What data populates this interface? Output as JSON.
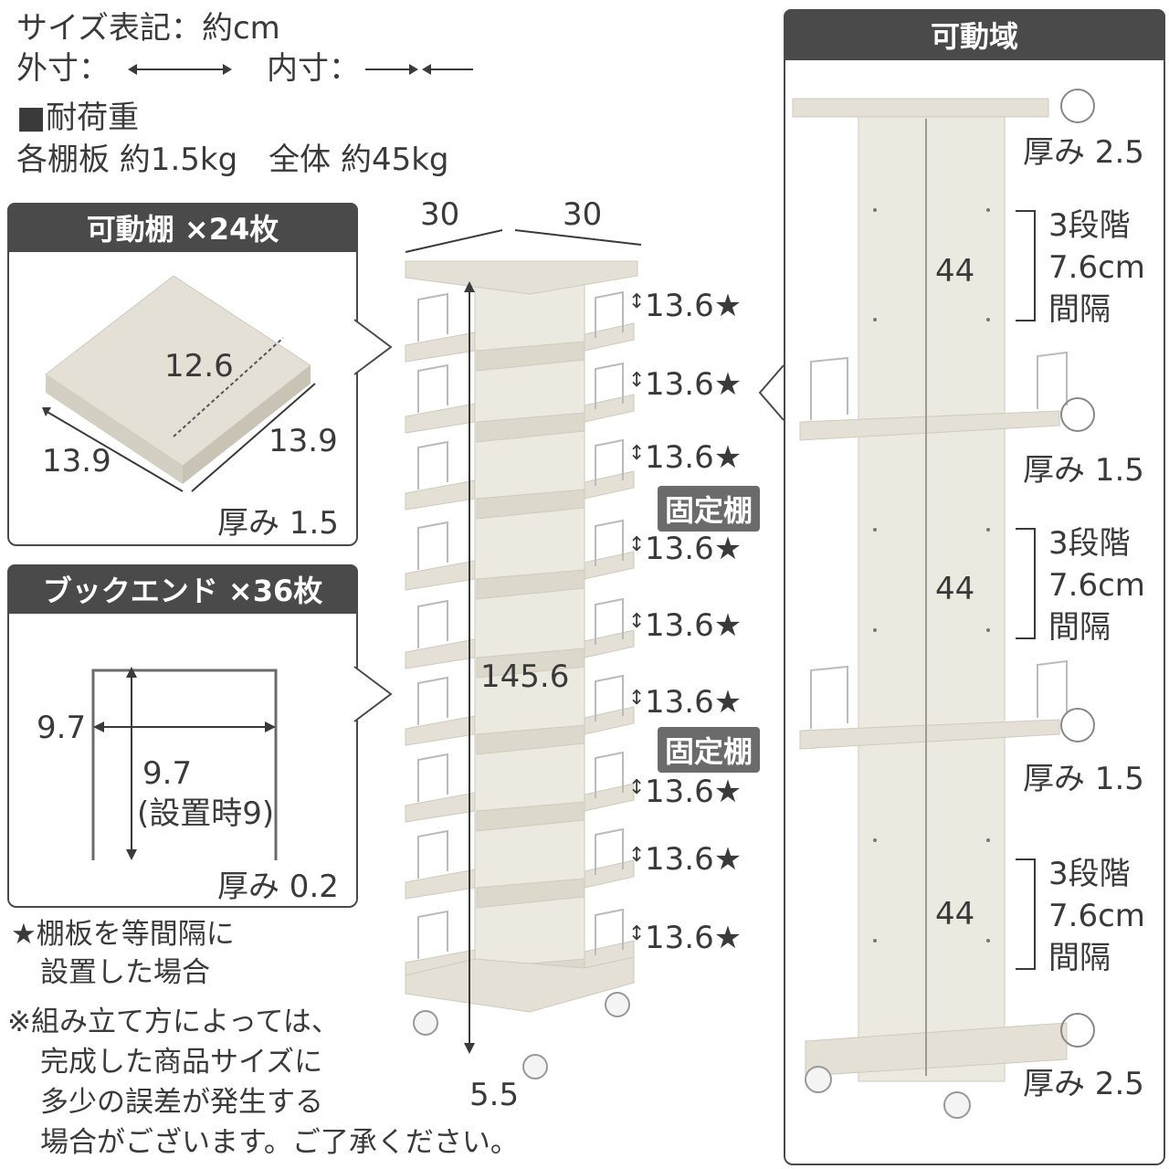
{
  "header": {
    "size_notation": "サイズ表記：約cm",
    "outer_label": "外寸：",
    "inner_label": "内寸：",
    "load_title": "■耐荷重",
    "load_values": "各棚板 約1.5kg　全体 約45kg"
  },
  "shelf_panel": {
    "title": "可動棚 ×24枚",
    "inner_depth": "12.6",
    "width_left": "13.9",
    "width_right": "13.9",
    "thickness": "厚み 1.5"
  },
  "bookend_panel": {
    "title": "ブックエンド ×36枚",
    "height": "9.7",
    "width": "9.7",
    "installed_note": "(設置時9)",
    "thickness": "厚み 0.2"
  },
  "notes": {
    "star_line1": "★棚板を等間隔に",
    "star_line2": "設置した場合",
    "disclaimer_line1": "※組み立て方によっては、",
    "disclaimer_line2": "完成した商品サイズに",
    "disclaimer_line3": "多少の誤差が発生する",
    "disclaimer_line4": "場合がございます。ご了承ください。"
  },
  "rack": {
    "width_a": "30",
    "width_b": "30",
    "total_height": "145.6",
    "base_height": "5.5",
    "spacing_labels": [
      "13.6★",
      "13.6★",
      "13.6★",
      "13.6★",
      "13.6★",
      "13.6★",
      "13.6★",
      "13.6★",
      "13.6★"
    ],
    "fixed_shelf_1": "固定棚",
    "fixed_shelf_2": "固定棚"
  },
  "range_panel": {
    "title": "可動域",
    "top_thickness": "厚み 2.5",
    "mid_thickness_1": "厚み 1.5",
    "mid_thickness_2": "厚み 1.5",
    "bottom_thickness": "厚み 2.5",
    "span": "44",
    "step_count": "3段階",
    "step_size": "7.6cm",
    "step_unit": "間隔"
  },
  "colors": {
    "panel_bar": "#4a4a4a",
    "wood": "#e4e0d6",
    "wood_edge": "#cfcabc",
    "text": "#3a3a3a"
  }
}
